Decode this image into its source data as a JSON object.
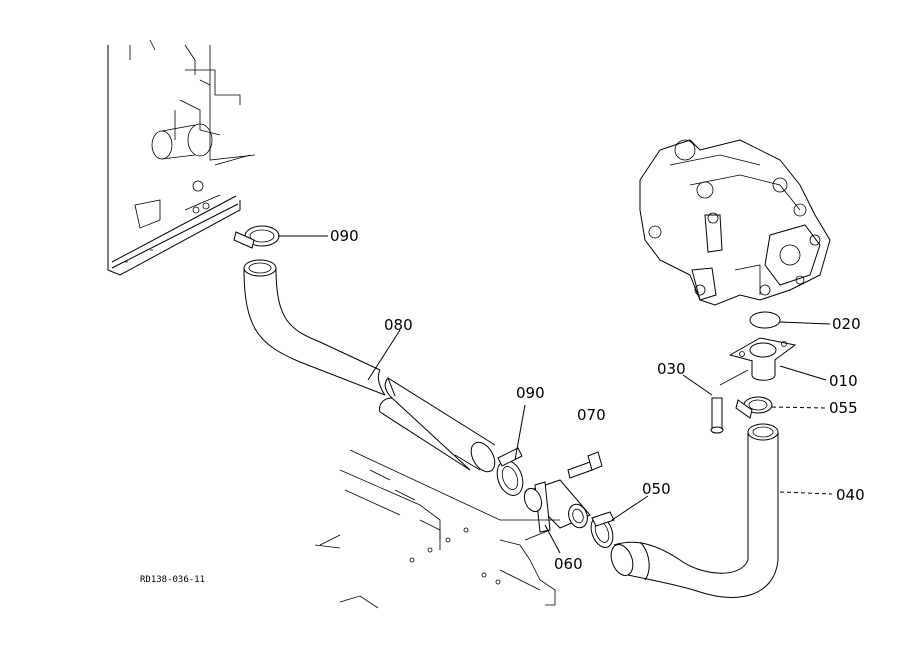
{
  "diagram": {
    "callouts": [
      {
        "id": "090a",
        "label": "090"
      },
      {
        "id": "080",
        "label": "080"
      },
      {
        "id": "090b",
        "label": "090"
      },
      {
        "id": "070",
        "label": "070"
      },
      {
        "id": "020",
        "label": "020"
      },
      {
        "id": "030",
        "label": "030"
      },
      {
        "id": "010",
        "label": "010"
      },
      {
        "id": "055",
        "label": "055"
      },
      {
        "id": "050",
        "label": "050"
      },
      {
        "id": "040",
        "label": "040"
      },
      {
        "id": "060",
        "label": "060"
      }
    ],
    "doc_id": "RD138-036-11"
  }
}
